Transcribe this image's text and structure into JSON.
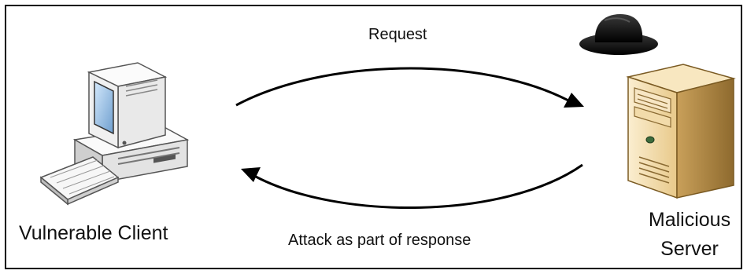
{
  "diagram": {
    "request_label": "Request",
    "response_label": "Attack as part of response",
    "client_label": "Vulnerable Client",
    "server_label_line1": "Malicious",
    "server_label_line2": "Server"
  },
  "icons": {
    "client": "desktop-computer-icon",
    "server": "tower-server-icon",
    "hat": "black-hat-icon"
  },
  "colors": {
    "line": "#000000",
    "server_body": "#f1d9a6",
    "client_body": "#f4f4f4",
    "screen": "#9fc6ea"
  }
}
